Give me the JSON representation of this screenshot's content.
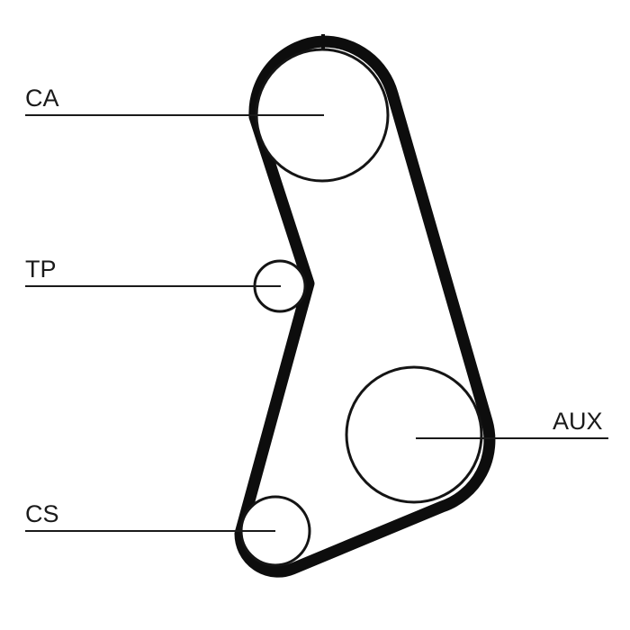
{
  "diagram": {
    "labels": {
      "ca": "CA",
      "tp": "TP",
      "aux": "AUX",
      "cs": "CS"
    },
    "colors": {
      "belt": "#0d0d0d",
      "pulley_outline": "#141414",
      "text": "#1a1a1a",
      "background": "#ffffff"
    }
  }
}
